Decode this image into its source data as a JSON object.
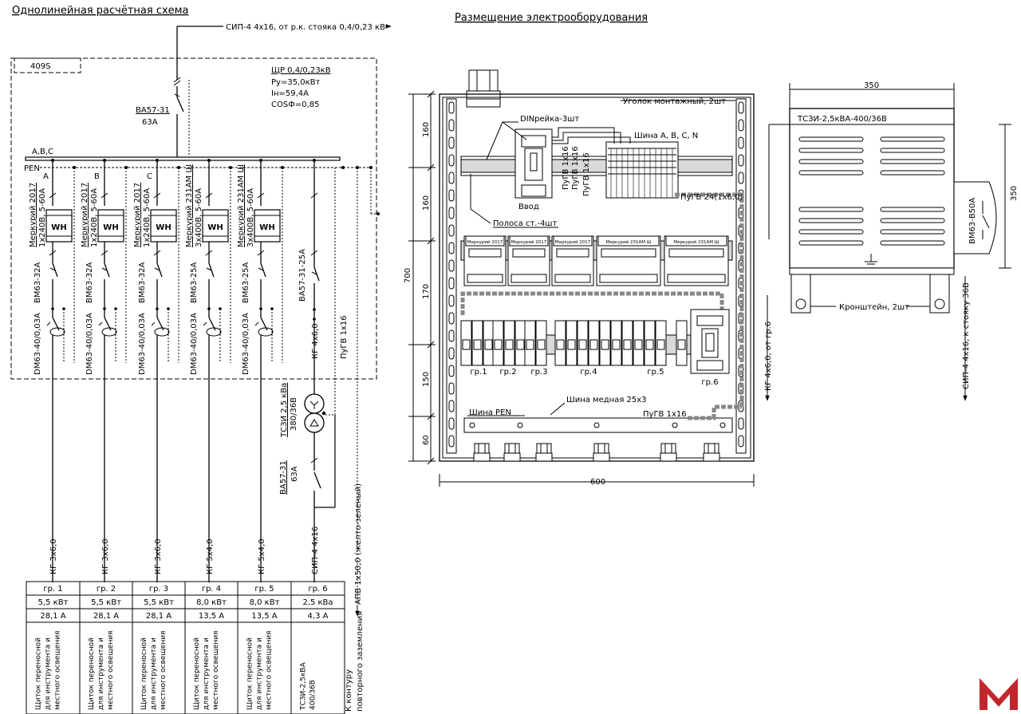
{
  "titles": {
    "left": "Однолинейная расчётная схема",
    "right": "Размещение электрооборудования"
  },
  "single_line": {
    "feed": "СИП-4 4х16, от р.к. стояка 0,4/0,23 кВ",
    "enclosure_code": "409S",
    "panel": {
      "name": "ЩР 0,4/0,23кВ",
      "pu": "Ру=35,0кВт",
      "in": "Iн=59,4А",
      "cos": "COSФ=0,85"
    },
    "main_breaker": {
      "name": "ВА57-31",
      "rating": "63А"
    },
    "bus_label": "А,В,С",
    "pen_label": "PEN",
    "phases": [
      "А",
      "В",
      "С"
    ],
    "meter_symbol": "WH",
    "branches": [
      {
        "meter": "Меркурий 2017",
        "meter_spec": "1х240В, 5-60А",
        "breaker": "ВМ63-32А",
        "rcd": "DM63-40/0,03А",
        "cable": "КГ 3х6,0"
      },
      {
        "meter": "Меркурий 2017",
        "meter_spec": "1х240В, 5-60А",
        "breaker": "ВМ63-32А",
        "rcd": "DM63-40/0,03А",
        "cable": "КГ 3х6,0"
      },
      {
        "meter": "Меркурий 2017",
        "meter_spec": "1х240В, 5-60А",
        "breaker": "ВМ63-32А",
        "rcd": "DM63-40/0,03А",
        "cable": "КГ 3х6,0"
      },
      {
        "meter": "Меркурий 231АМ Ш",
        "meter_spec": "3х400В, 5-60А",
        "breaker": "ВМ63-25А",
        "rcd": "DM63-40/0,03А",
        "cable": "КГ 5х4,0"
      },
      {
        "meter": "Меркурий 231АМ Ш",
        "meter_spec": "3х400В, 5-60А",
        "breaker": "ВМ63-25А",
        "rcd": "DM63-40/0,03А",
        "cable": "КГ 5х4,0"
      }
    ],
    "branch6": {
      "breaker": "ВА57-31-25А",
      "cable": "КГ 4х6,0",
      "pugv": "ПуГВ 1х16",
      "transformer_name": "ТСЗИ 2,5 кВа",
      "transformer_volt": "380/36В",
      "out_breaker": "ВА57-31",
      "out_rating": "63А",
      "out_cable": "СИП-4 4х16"
    },
    "grounding_cable": "АПВ 1х50,0 (желто-зеленый)",
    "grounding_note": "К контуру повторного заземления"
  },
  "load_table": {
    "groups": [
      "гр. 1",
      "гр. 2",
      "гр. 3",
      "гр. 4",
      "гр. 5",
      "гр. 6"
    ],
    "power": [
      "5,5 кВт",
      "5,5 кВт",
      "5,5 кВт",
      "8,0 кВт",
      "8,0 кВт",
      "2,5 кВа"
    ],
    "current": [
      "28,1 А",
      "28,1 А",
      "28,1 А",
      "13,5 А",
      "13,5 А",
      "4,3 А"
    ],
    "purpose": [
      "Щиток переносной для инструмента и местного освещения",
      "Щиток переносной для инструмента и местного освещения",
      "Щиток переносной для инструмента и местного освещения",
      "Щиток переносной для инструмента и местного освещения",
      "Щиток переносной для инструмента и местного освещения",
      "ТСЗИ-2,5кВА 400/36В"
    ]
  },
  "layout": {
    "din": "DINрейка-3шт",
    "corner": "Уголок монтажный, 2шт",
    "busbars": "Шина А, В, С, N",
    "pugv16_a": "ПуГВ 1х16",
    "pugv16_b": "ПуГВ 1х16",
    "pugv16_c": "ПуГВ 1х16",
    "vvod": "Ввод",
    "pugv24": "ПуГВ 24(1х6,0)",
    "strip": "Полоса ст.-4шт",
    "meter_labels": [
      "Меркурий 2017",
      "Меркурий 2017",
      "Меркурий 2017",
      "Меркурий 231АМ Ш",
      "Меркурий 231АМ Ш"
    ],
    "groups": [
      "гр.1",
      "гр.2",
      "гр.3",
      "гр.4",
      "гр.5",
      "гр.6"
    ],
    "copper_bus": "Шина медная 25х3",
    "pen_bus": "Шина PEN",
    "pugv_bottom": "ПуГВ 1х16",
    "dims_v": [
      "160",
      "160",
      "170",
      "150",
      "60"
    ],
    "dim_total_v": "700",
    "dim_w": "600",
    "right_cable1": "КГ 4х6,0, от гр.6",
    "transformer_title": "ТСЗИ-2,5кВА-400/36В",
    "transformer_breaker": "ВМ63-В50А",
    "bracket": "Кронштейн, 2шт",
    "right_cable2": "СИП-4 4х16, к стояку 36В",
    "dim_tr_w": "350",
    "dim_tr_h": "350"
  },
  "logo": {
    "letter": "M",
    "color": "#c1272d"
  }
}
